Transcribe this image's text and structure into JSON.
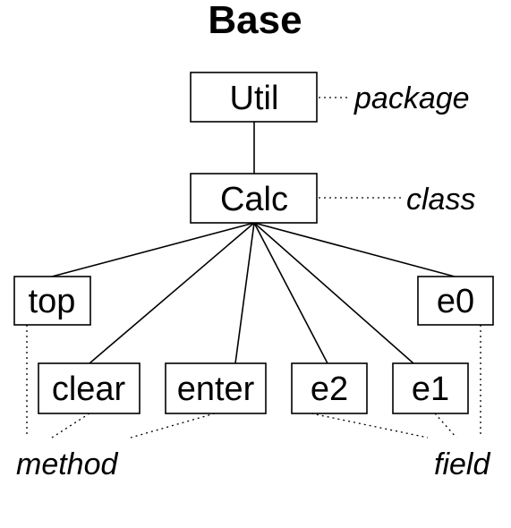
{
  "title": "Base",
  "nodes": {
    "util": "Util",
    "calc": "Calc",
    "top": "top",
    "e0": "e0",
    "clear": "clear",
    "enter": "enter",
    "e2": "e2",
    "e1": "e1"
  },
  "annotations": {
    "package": "package",
    "class": "class",
    "method": "method",
    "field": "field"
  }
}
